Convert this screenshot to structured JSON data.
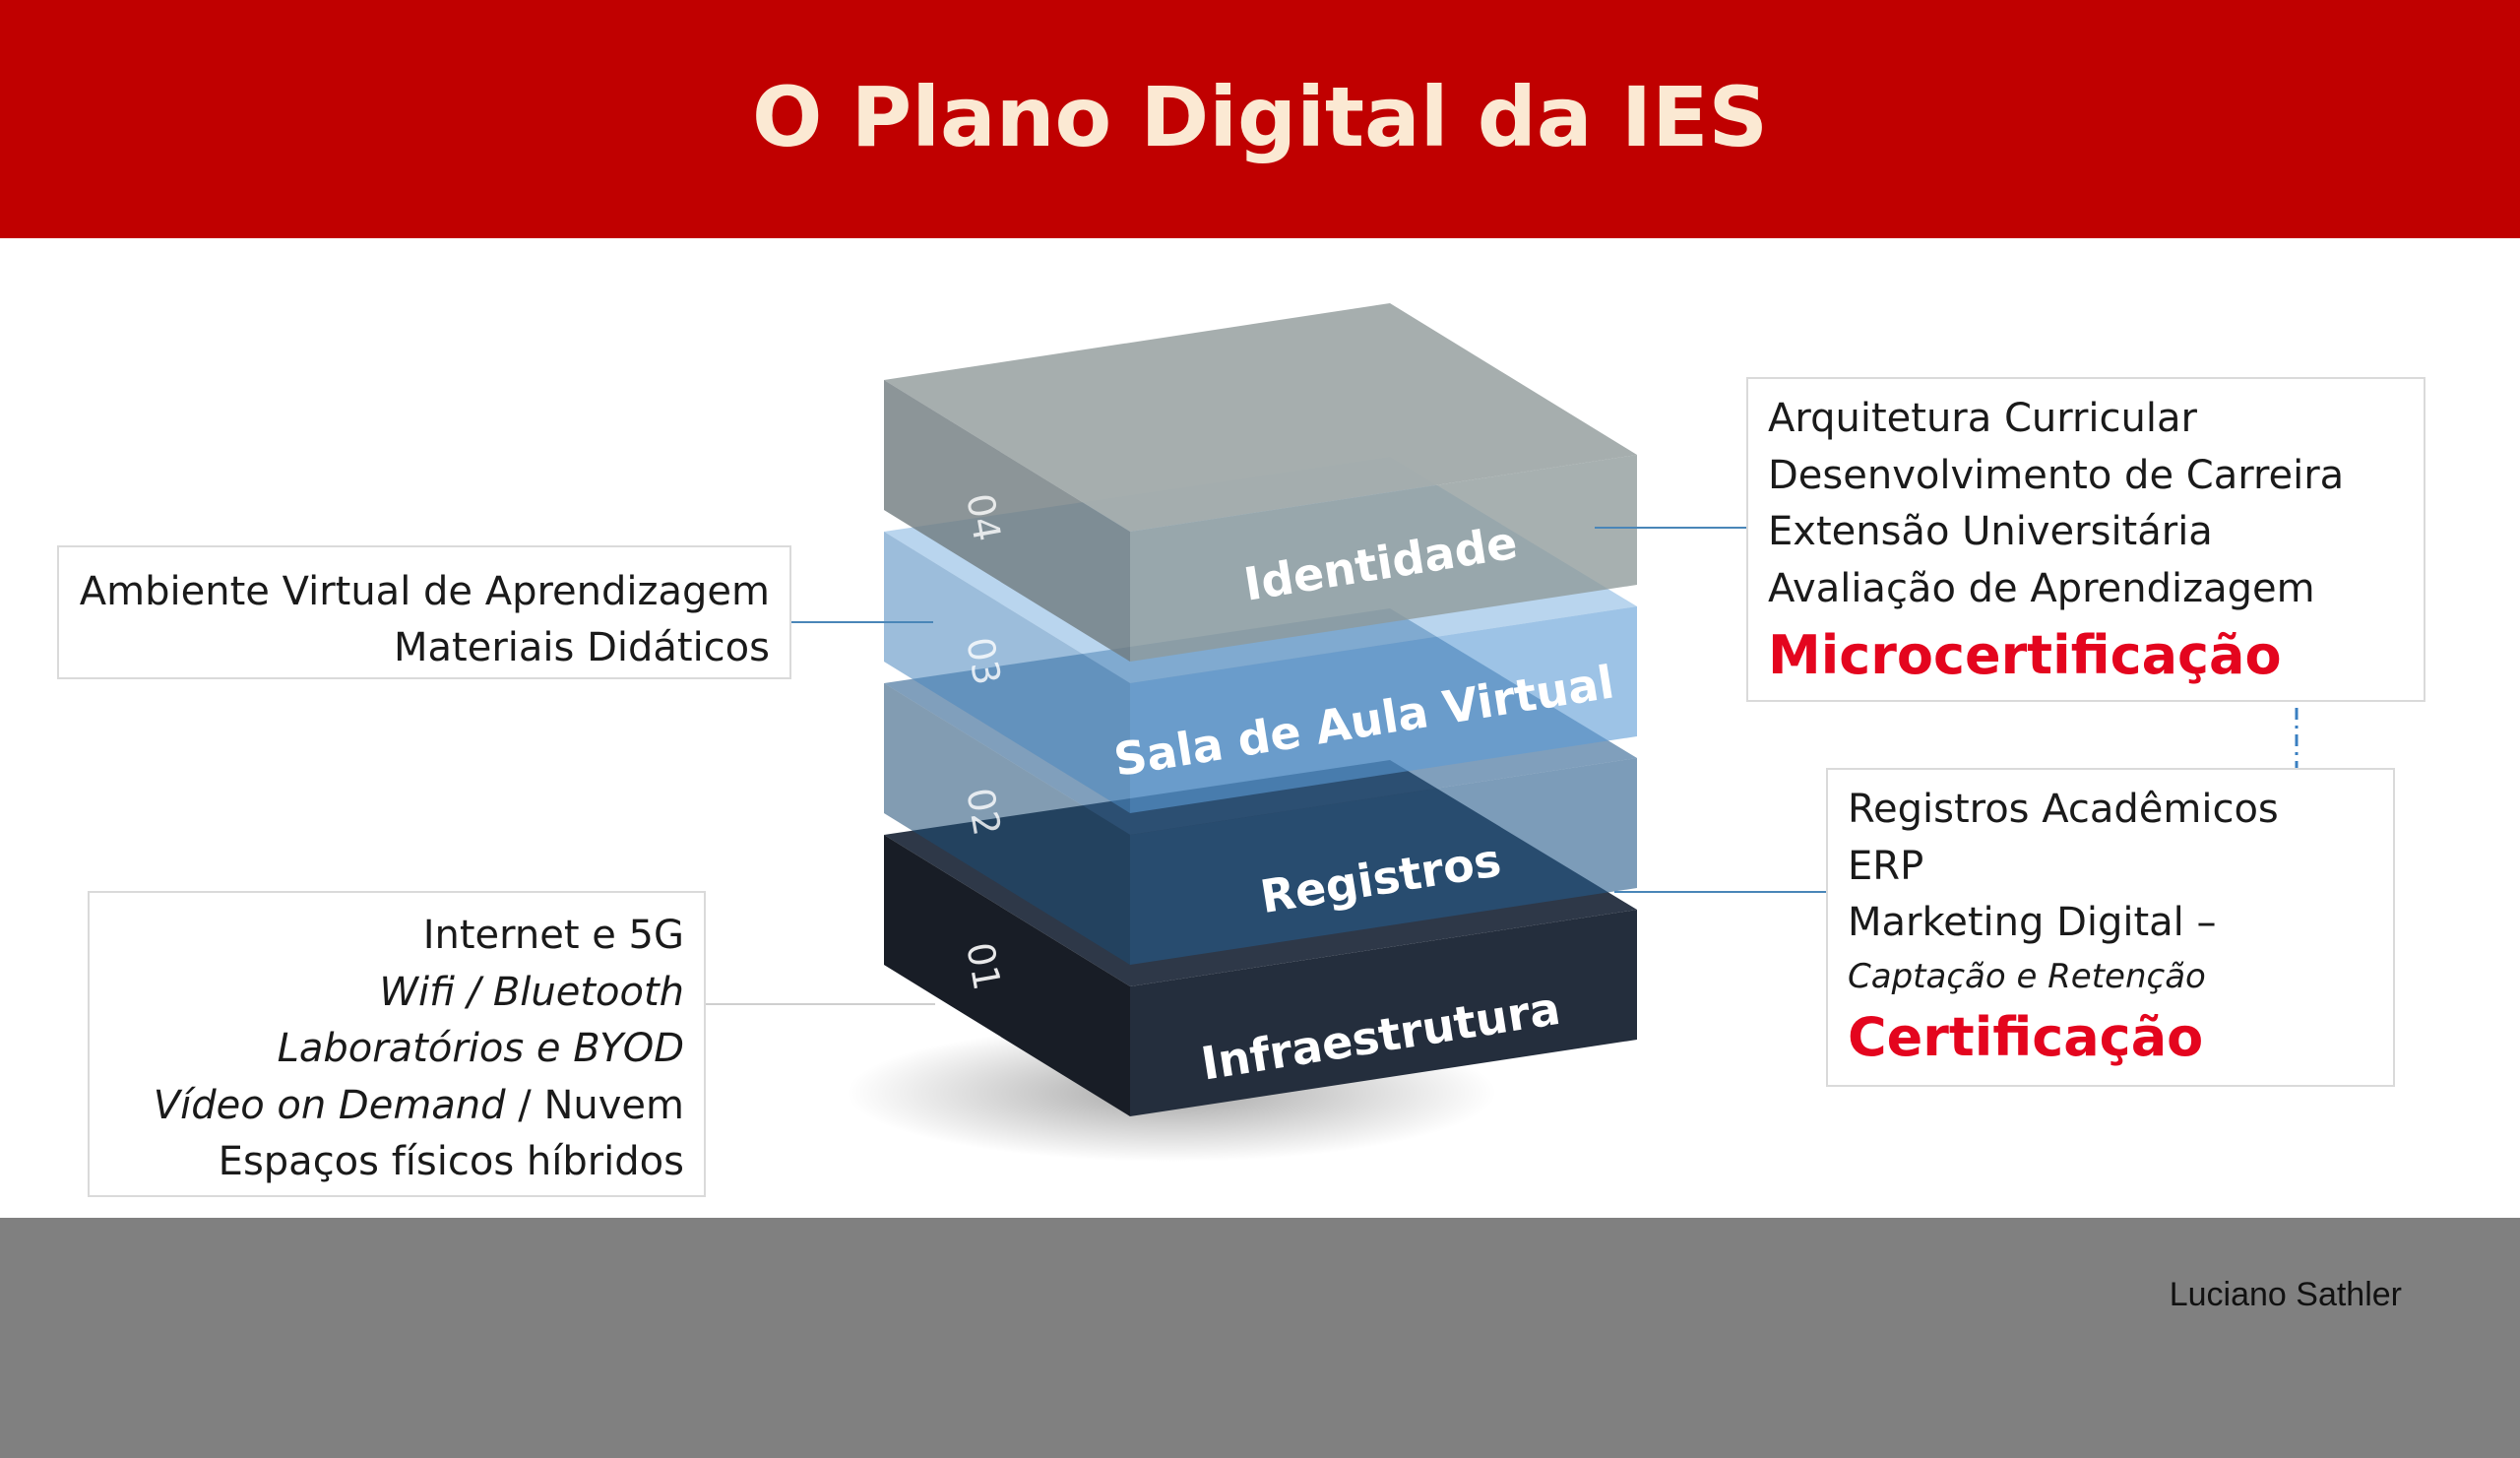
{
  "title": "O Plano Digital da IES",
  "author": "Luciano Sathler",
  "colors": {
    "header": "#c00000",
    "title_text": "#fbe9d3",
    "footer": "#808080",
    "highlight": "#e4051e",
    "layer_identidade": "#8e9a9a",
    "layer_sala": "#5b9bd5",
    "layer_registros": "#1f4e79",
    "layer_infra": "#1c2331"
  },
  "layers": [
    {
      "number": "04",
      "label": "Identidade"
    },
    {
      "number": "03",
      "label": "Sala de Aula Virtual"
    },
    {
      "number": "02",
      "label": "Registros"
    },
    {
      "number": "01",
      "label": "Infraestrutura"
    }
  ],
  "sala_box": {
    "lines": [
      "Ambiente Virtual de Aprendizagem",
      "Materiais Didáticos"
    ]
  },
  "infra_box": {
    "line1": "Internet e 5G",
    "line2": "Wifi / Bluetooth",
    "line3": "Laboratórios e BYOD",
    "line4_italic": "Vídeo on Demand",
    "line4_rest": " / Nuvem",
    "line5": "Espaços físicos híbridos"
  },
  "identidade_box": {
    "lines": [
      "Arquitetura Curricular",
      "Desenvolvimento de Carreira",
      "Extensão Universitária",
      "Avaliação de Aprendizagem"
    ],
    "highlight": "Microcertificação"
  },
  "registros_box": {
    "lines": [
      "Registros Acadêmicos",
      "ERP",
      "Marketing Digital –"
    ],
    "sub": "Captação e Retenção",
    "highlight": "Certificação"
  }
}
